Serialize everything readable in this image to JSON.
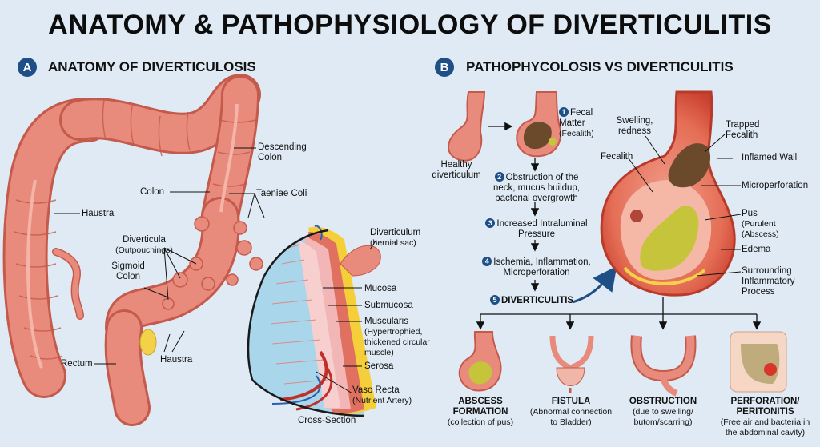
{
  "title": "ANATOMY & PATHOPHYSIOLOGY OF DIVERTICULITIS",
  "section_a": {
    "badge": "A",
    "title": "ANATOMY OF DIVERTICULOSIS"
  },
  "section_b": {
    "badge": "B",
    "title": "PATHOPHYCOLOSIS VS DIVERTICULITIS"
  },
  "anatomy_labels": {
    "descending_colon": "Descending Colon",
    "colon": "Colon",
    "taeniae_coli": "Taeniae Coli",
    "haustra_left": "Haustra",
    "diverticula": "Diverticula",
    "diverticula_sub": "(Outpouchings)",
    "sigmoid_colon": "Sigmoid Colon",
    "rectum": "Rectum",
    "haustra_bottom": "Haustra"
  },
  "cross_section": {
    "diverticulum": "Diverticulum",
    "diverticulum_sub": "(hernial sac)",
    "mucosa": "Mucosa",
    "submucosa": "Submucosa",
    "muscularis": "Muscularis",
    "muscularis_sub": "(Hypertrophied, thickened circular muscle)",
    "serosa": "Serosa",
    "vaso_recta": "Vaso Recta",
    "vaso_recta_sub": "(Nutrient Artery)",
    "caption": "Cross-Section"
  },
  "steps": [
    {
      "num": "1",
      "text": "Fecal Matter",
      "sub": "(Fecalith)"
    },
    {
      "num": "2",
      "text": "Obstruction of the neck, mucus buildup, bacterial overgrowth"
    },
    {
      "num": "3",
      "text": "Increased Intraluminal Pressure"
    },
    {
      "num": "4",
      "text": "Ischemia, Inflammation, Microperforation"
    },
    {
      "num": "5",
      "text": "DIVERTICULITIS"
    }
  ],
  "healthy_label": "Healthy diverticulum",
  "inflamed_labels": {
    "swelling": "Swelling, redness",
    "fecalith": "Fecalith",
    "trapped_fecalith": "Trapped Fecalith",
    "inflamed_wall": "Inflamed Wall",
    "microperforation": "Microperforation",
    "pus": "Pus",
    "pus_sub": "(Purulent (Abscess)",
    "edema": "Edema",
    "surrounding": "Surrounding Inflammatory Process"
  },
  "complications": [
    {
      "title": "ABSCESS FORMATION",
      "sub": "(collection of pus)"
    },
    {
      "title": "FISTULA",
      "sub": "(Abnormal connection to Bladder)"
    },
    {
      "title": "OBSTRUCTION",
      "sub": "(due to swelling/ butom/scarring)"
    },
    {
      "title": "PERFORATION/ PERITONITIS",
      "sub": "(Free air and bacteria in the abdominal cavity)"
    }
  ],
  "colors": {
    "badge": "#1e4f86",
    "colon": "#e98b7c",
    "colon_dark": "#c45a4c",
    "mucosa": "#f2b6b6",
    "serosa": "#f5cf3a",
    "pus": "#c6c43a",
    "feces": "#6a4a2a",
    "inflamed": "#e0553f",
    "lumen": "#a9d6ea"
  }
}
